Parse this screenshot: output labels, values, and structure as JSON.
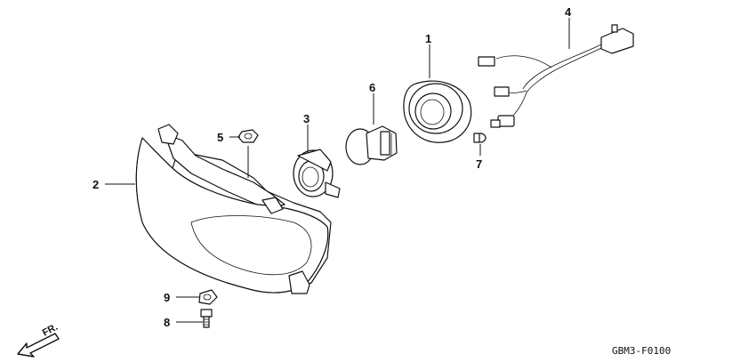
{
  "diagram": {
    "code": "GBM3-F0100",
    "direction_label": "FR.",
    "parts": [
      {
        "id": "part-1",
        "number": "1"
      },
      {
        "id": "part-2",
        "number": "2"
      },
      {
        "id": "part-3",
        "number": "3"
      },
      {
        "id": "part-4",
        "number": "4"
      },
      {
        "id": "part-5",
        "number": "5"
      },
      {
        "id": "part-6",
        "number": "6"
      },
      {
        "id": "part-7",
        "number": "7"
      },
      {
        "id": "part-8",
        "number": "8"
      },
      {
        "id": "part-9",
        "number": "9"
      }
    ]
  }
}
